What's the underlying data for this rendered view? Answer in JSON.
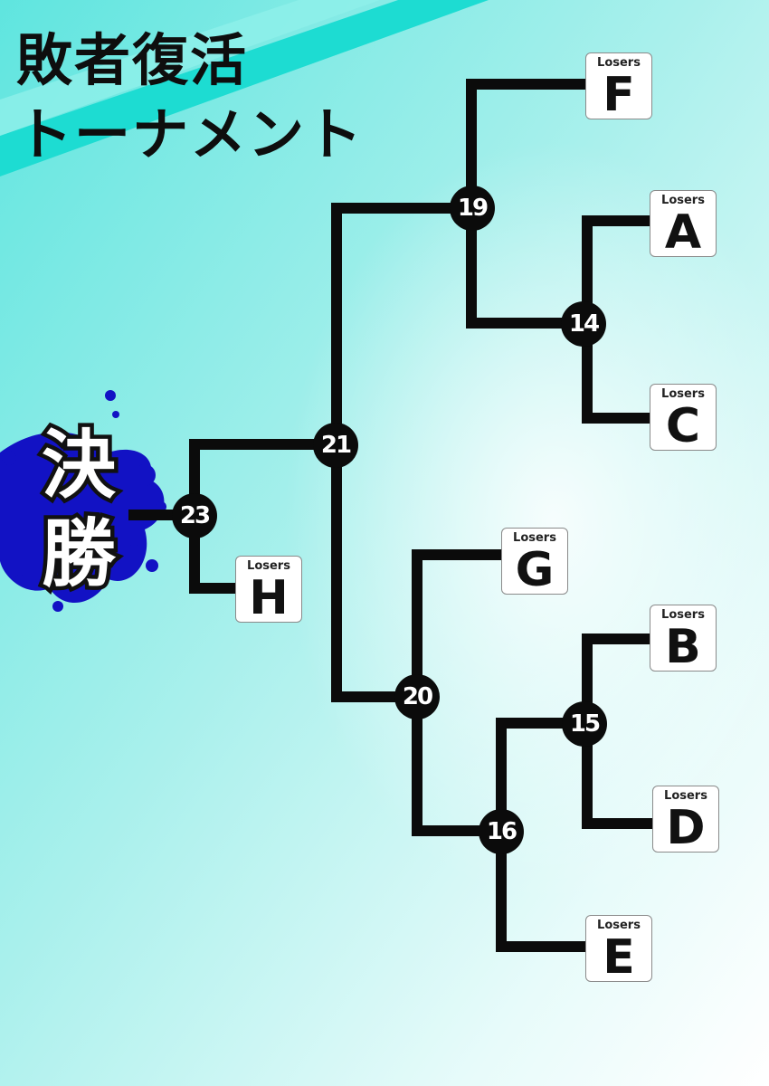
{
  "title": {
    "line1": "敗者復活",
    "line2": "トーナメント"
  },
  "finals_label": {
    "char1": "決",
    "char2": "勝"
  },
  "team_tag": "Losers",
  "teams": {
    "F": "F",
    "A": "A",
    "C": "C",
    "G": "G",
    "B": "B",
    "D": "D",
    "E": "E",
    "H": "H"
  },
  "matches": {
    "m14": "14",
    "m15": "15",
    "m16": "16",
    "m19": "19",
    "m20": "20",
    "m21": "21",
    "m23": "23"
  },
  "colors": {
    "background_top": "#5ee6e0",
    "background_bottom": "#ffffff",
    "accent_stripe": "#1ddcd2",
    "splash": "#1010c8",
    "line": "#0b0b0b",
    "node": "#0b0b0b"
  }
}
